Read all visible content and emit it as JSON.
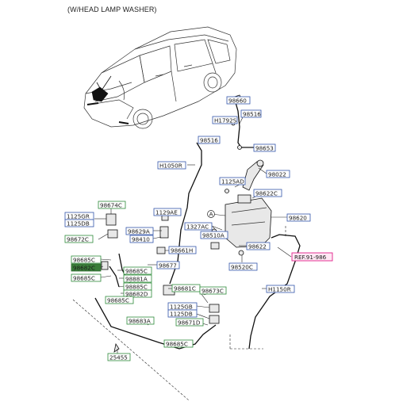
{
  "title": "(W/HEAD LAMP WASHER)",
  "labels": {
    "p98660": "98660",
    "p98516a": "98516",
    "pH1792S": "H1792S",
    "p98516b": "98516",
    "p98653": "98653",
    "pH1050R": "H1050R",
    "p98022": "98022",
    "p1125AD": "1125AD",
    "p98622C": "98622C",
    "p98674C": "98674C",
    "p1129AE": "1129AE",
    "p98620": "98620",
    "p1125GR": "1125GR",
    "p1125DB_a": "1125DB",
    "p1327AC": "1327AC",
    "p98629A": "98629A",
    "p98510A": "98510A",
    "p98410": "98410",
    "p98672C": "98672C",
    "p98622": "98622",
    "p98661H": "98661H",
    "pREF": "REF.91-986",
    "p98685C_a": "98685C",
    "p98682C": "98682C",
    "p98685C_b": "98685C",
    "p98677": "98677",
    "p98520C": "98520C",
    "p98685C_c": "98685C",
    "p98881A": "98881A",
    "p98681C": "98681C",
    "pH1150R": "H1150R",
    "p98885C": "98885C",
    "p98682D": "98682D",
    "p98673C": "98673C",
    "p98685C_d": "98685C",
    "p1125GB": "1125GB",
    "p1125DB_b": "1125DB",
    "p98683A": "98683A",
    "p98671D": "98671D",
    "p98685C_e": "98685C",
    "p25455": "25455",
    "calloutA1": "A",
    "calloutA2": "A"
  }
}
